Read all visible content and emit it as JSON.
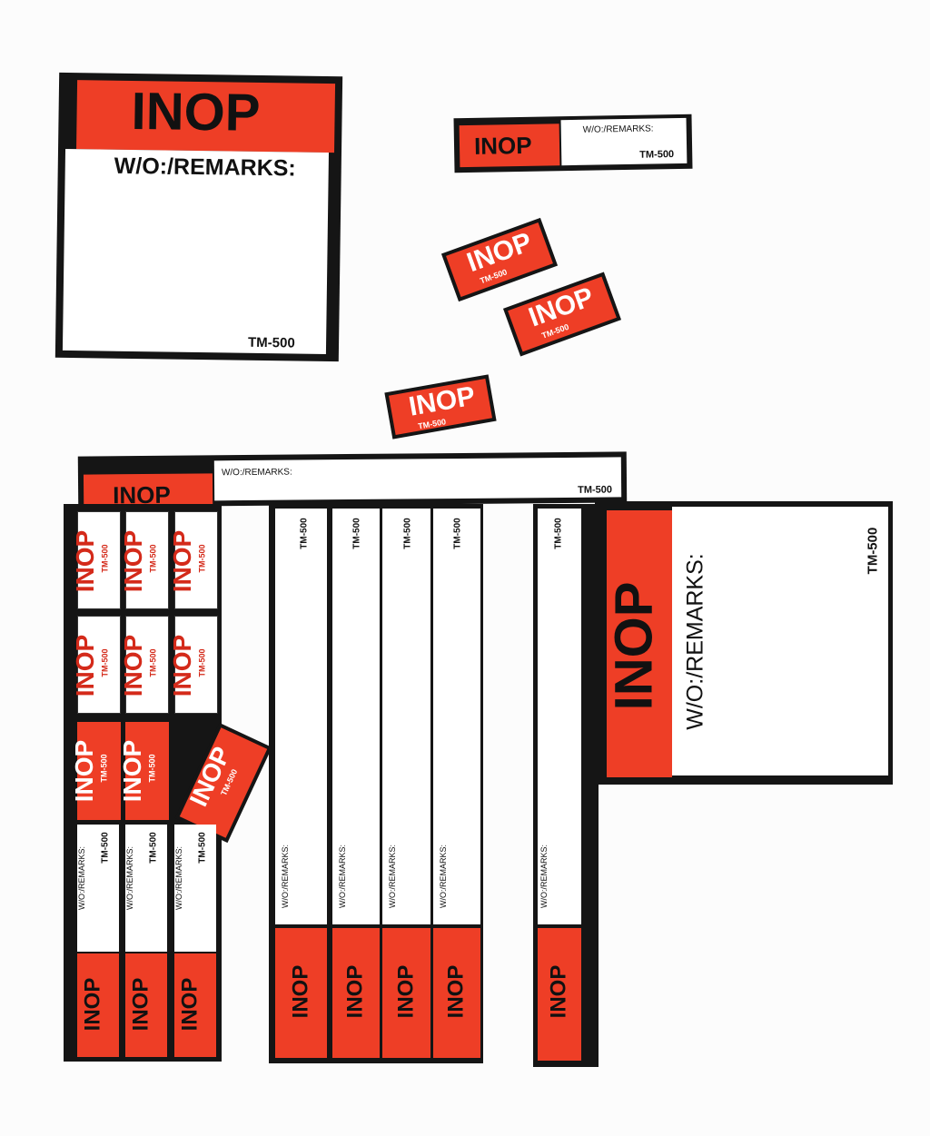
{
  "label": {
    "title": "INOP",
    "remarks": "W/O:/REMARKS:",
    "model": "TM-500"
  },
  "colors": {
    "label_red": "#ee3e26",
    "border_black": "#151515",
    "background": "#fcfcfc"
  }
}
